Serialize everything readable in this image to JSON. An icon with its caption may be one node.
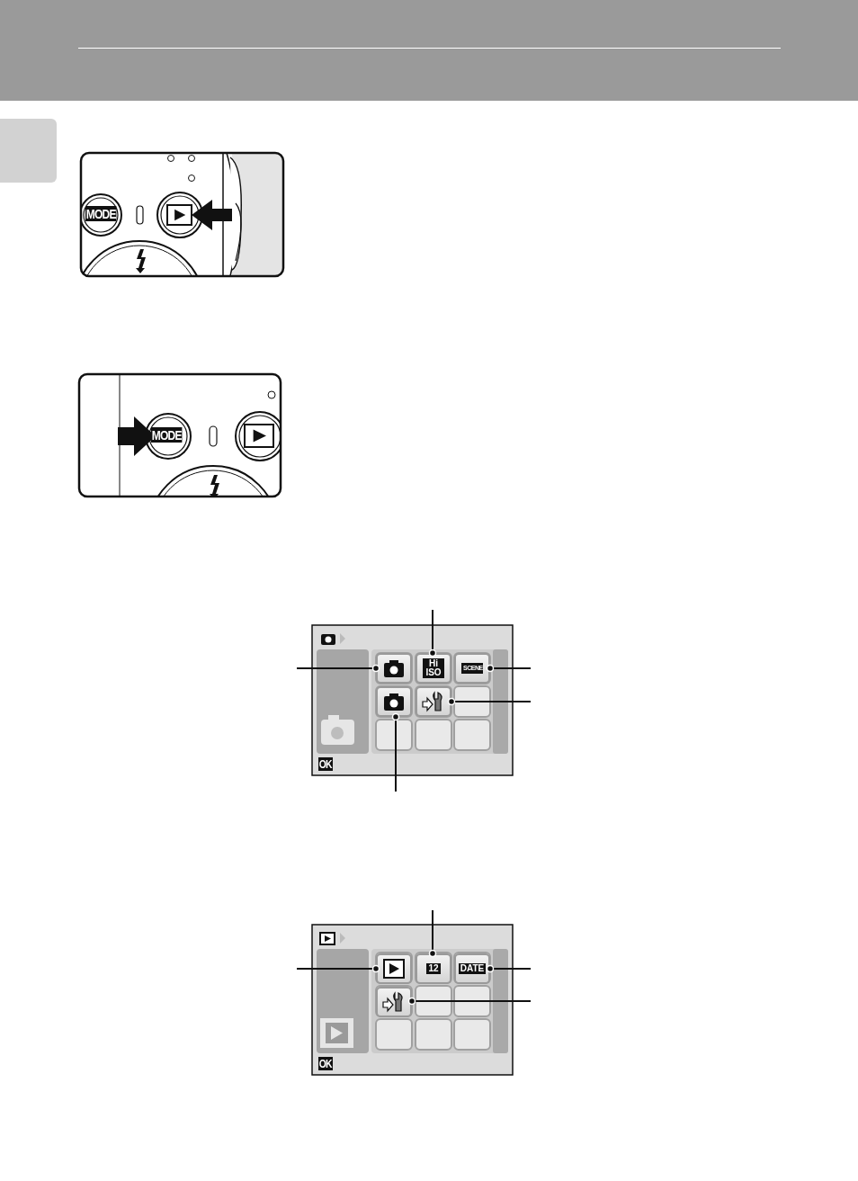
{
  "diagram": {
    "nodes": [
      {
        "text": [],
        "shape": "camera"
      },
      {
        "text": [
          "Hi ISO"
        ]
      },
      {
        "text": [
          "SCENE"
        ]
      },
      {
        "text": [],
        "shape": "camera"
      },
      {
        "text": [],
        "shape": "wrench"
      },
      {
        "text": [],
        "shape": "triangle"
      },
      {
        "text": [
          "12"
        ]
      },
      {
        "text": [
          "DATE"
        ]
      },
      {
        "text": [],
        "shape": "wrench"
      }
    ],
    "edges": [
      {
        "from": null,
        "to": 0,
        "arrow": "other"
      },
      {
        "from": null,
        "to": 1,
        "arrow": "other"
      },
      {
        "from": null,
        "to": 2,
        "arrow": "other"
      },
      {
        "from": null,
        "to": 4,
        "arrow": "other"
      },
      {
        "from": null,
        "to": 3,
        "arrow": "other"
      },
      {
        "from": null,
        "to": 5,
        "arrow": "other"
      },
      {
        "from": null,
        "to": 6,
        "arrow": "other"
      },
      {
        "from": null,
        "to": 7,
        "arrow": "other"
      },
      {
        "from": null,
        "to": 8,
        "arrow": "other"
      }
    ],
    "labels": [
      "MODE",
      "MODE",
      "OK",
      "OK"
    ]
  }
}
